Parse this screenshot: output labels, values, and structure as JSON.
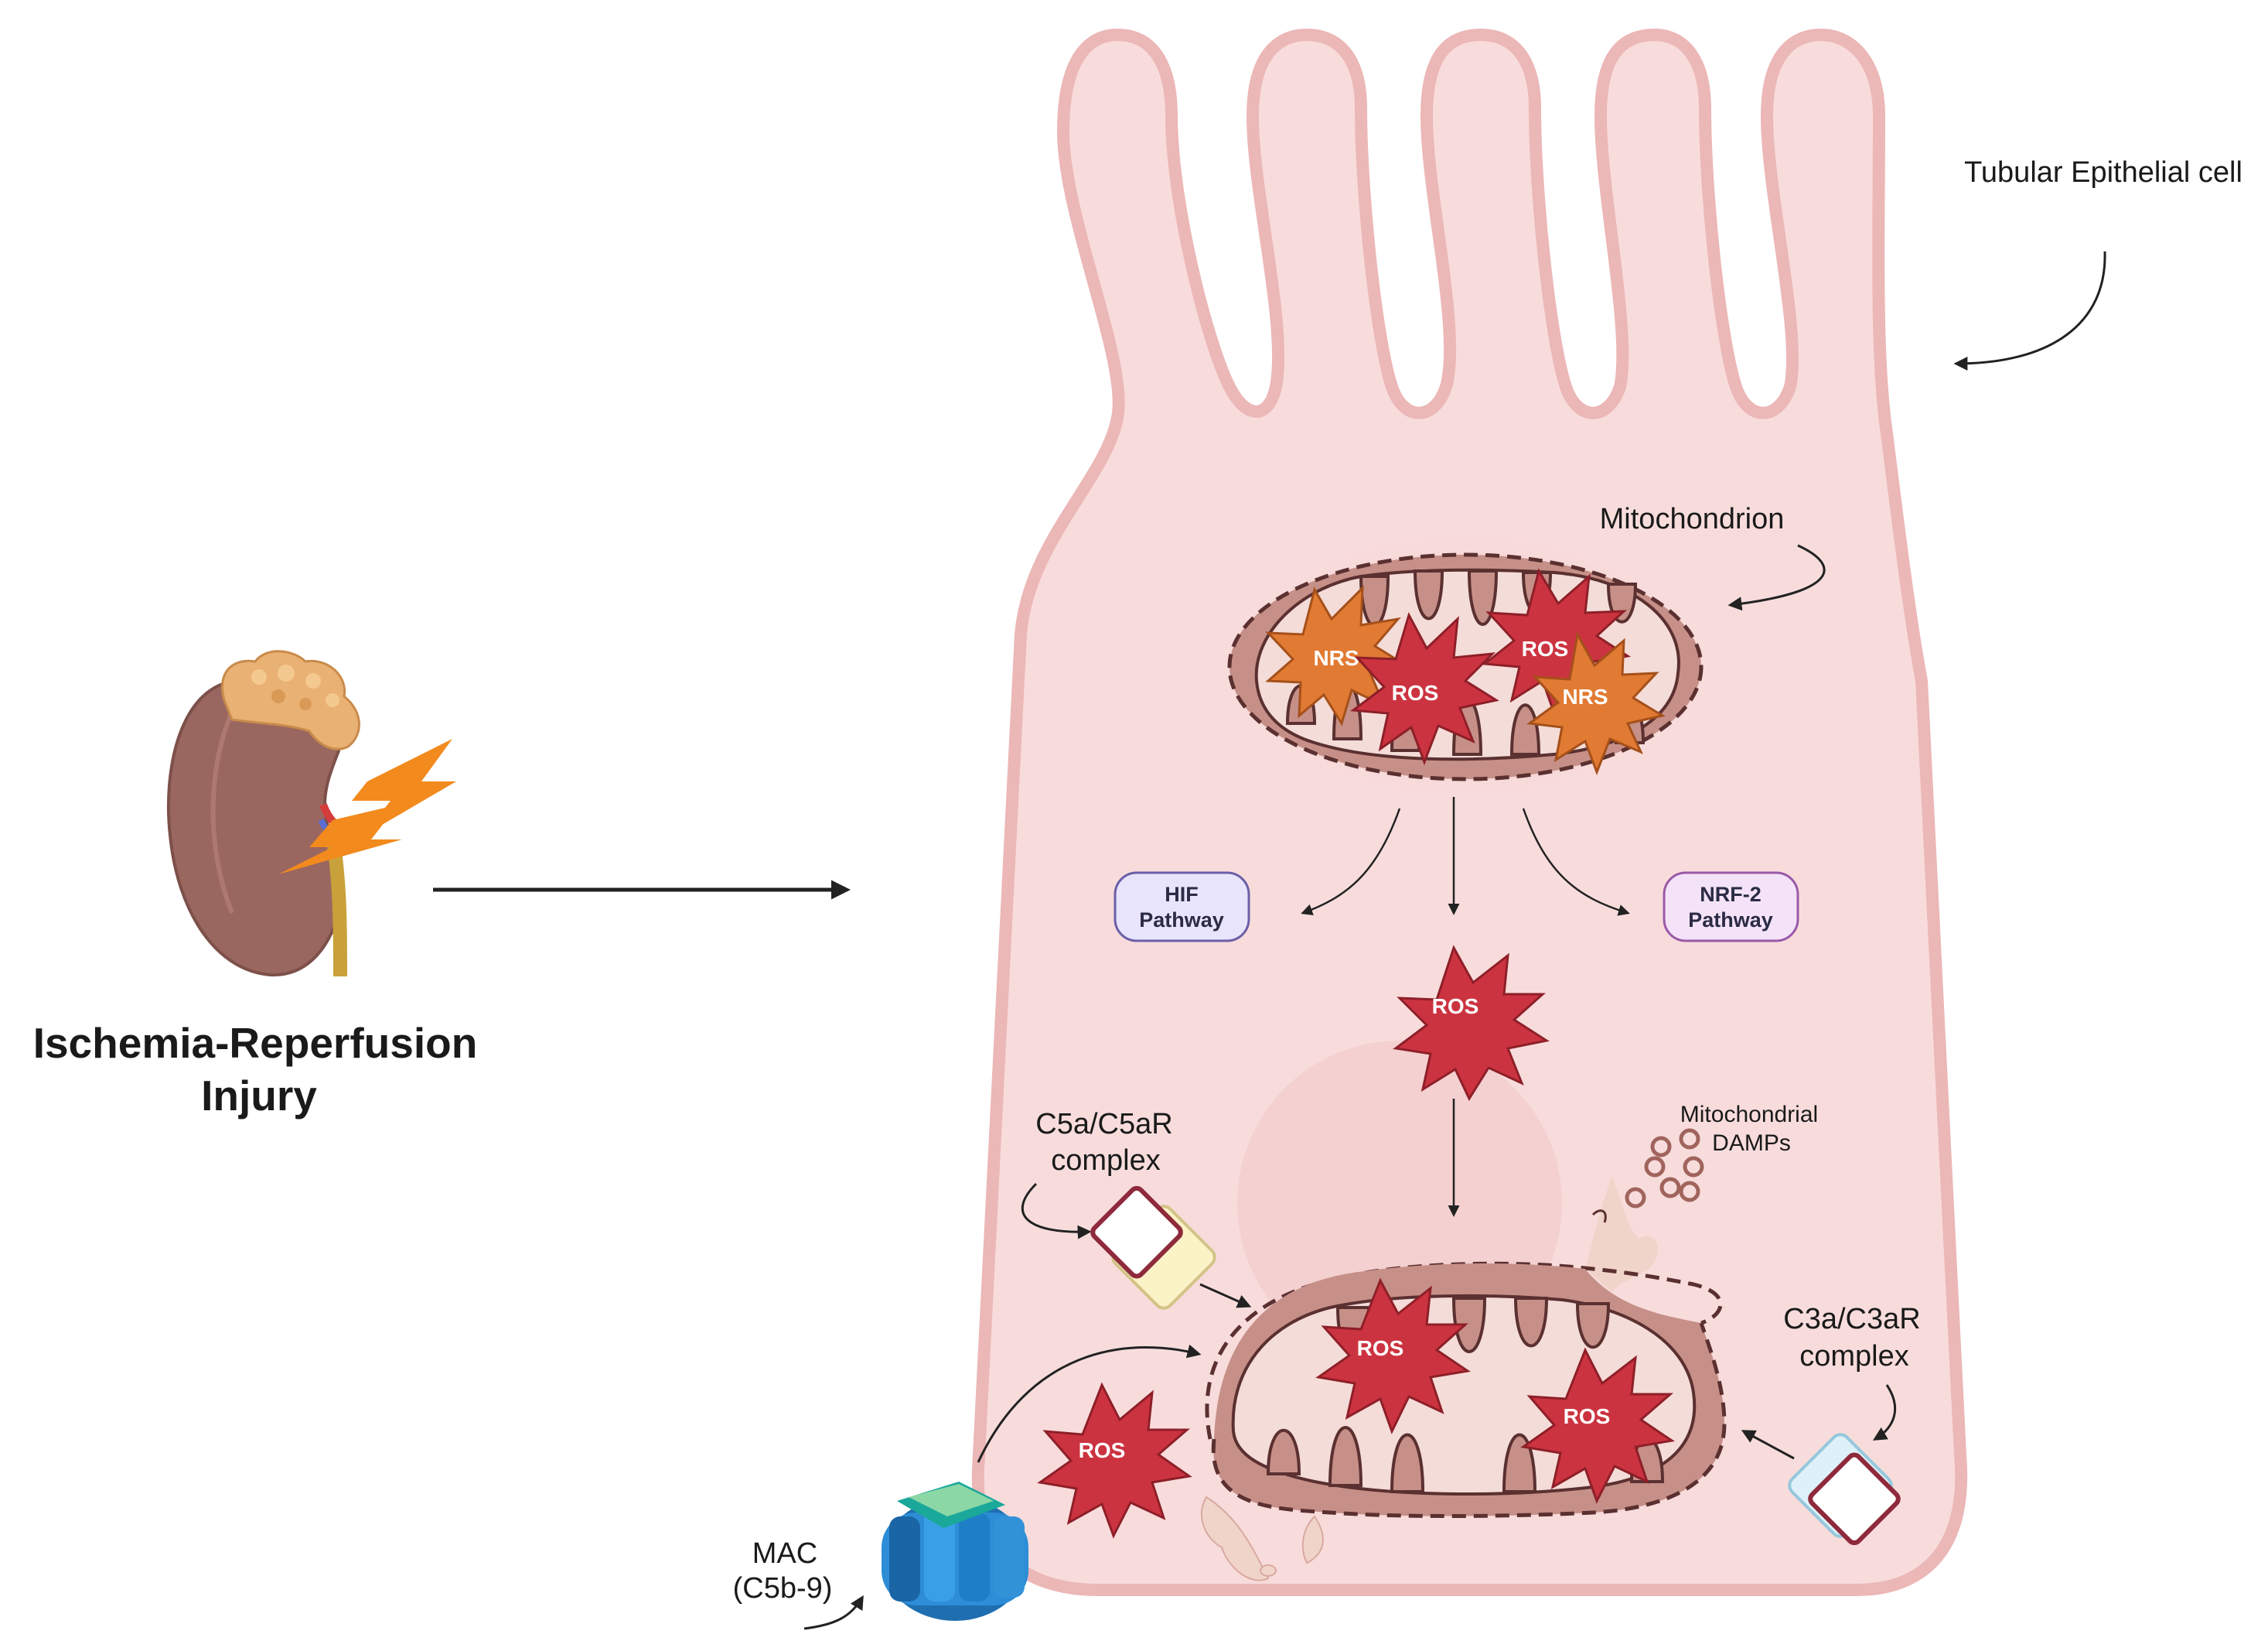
{
  "title": {
    "line1": "Ischemia-Reperfusion",
    "line2": "Injury"
  },
  "labels": {
    "cell": "Tubular Epithelial cell",
    "mito": "Mitochondrion",
    "damps": {
      "line1": "Mitochondrial",
      "line2": "DAMPs"
    },
    "c5a": {
      "line1": "C5a/C5aR",
      "line2": "complex"
    },
    "c3a": {
      "line1": "C3a/C3aR",
      "line2": "complex"
    },
    "mac": {
      "line1": "MAC",
      "line2": "(C5b-9)"
    }
  },
  "pathways": {
    "hif": {
      "line1": "HIF",
      "line2": "Pathway"
    },
    "nrf2": {
      "line1": "NRF-2",
      "line2": "Pathway"
    }
  },
  "species": {
    "ros": "ROS",
    "nrs": "NRS"
  },
  "colors": {
    "cell_fill": "#f8dcdc",
    "cell_stroke": "#ecb7b7",
    "mito_fill": "#c69088",
    "mito_inner": "#f4dcd8",
    "ros_star": "#cc3340",
    "nrs_star": "#e17a33",
    "hif_pill": "#e8e4fb",
    "nrf_pill": "#f4e3f8",
    "mac_blue": "#1f7fc6",
    "lightning": "#f28a1e",
    "kidney": "#9a6760"
  }
}
